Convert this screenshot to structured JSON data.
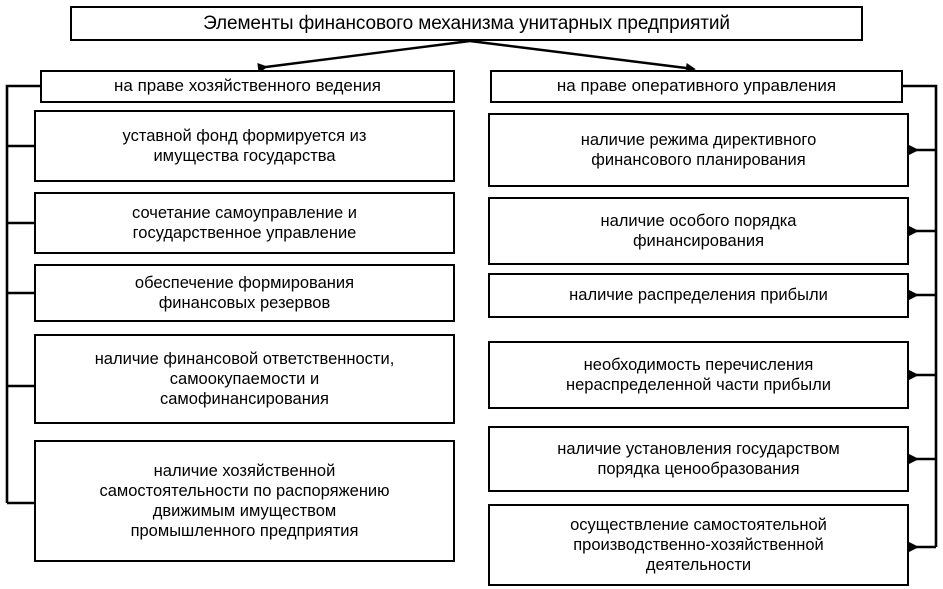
{
  "diagram": {
    "title_box": {
      "label": "Элементы финансового механизма унитарных предприятий"
    },
    "branches": [
      {
        "id": "hozyaystvennoe-vedenie",
        "header": "на праве хозяйственного ведения",
        "items": [
          "уставной фонд формируется из\nимущества государства",
          "сочетание самоуправление и\nгосударственное управление",
          "обеспечение формирования\nфинансовых резервов",
          "наличие финансовой ответственности,\nсамоокупаемости и\nсамофинансирования",
          "наличие хозяйственной\nсамостоятельности по распоряжению\nдвижимым имуществом\nпромышленного предприятия"
        ]
      },
      {
        "id": "operativnoe-upravlenie",
        "header": "на праве оперативного управления",
        "items": [
          "наличие режима директивного\nфинансового планирования",
          "наличие особого порядка\nфинансирования",
          "наличие распределения прибыли",
          "необходимость перечисления\nнераспределенной части прибыли",
          "наличие установления государством\nпорядка ценообразования",
          "осуществление самостоятельной\nпроизводственно-хозяйственной\nдеятельности"
        ]
      }
    ],
    "colors": {
      "line": "#000000",
      "box_fill": "#ffffff",
      "text": "#000000"
    },
    "connectors": {
      "left_split_arrow": "arrow-to-left-header",
      "right_split_arrow": "arrow-to-right-header",
      "left_spine": "vertical-spine-left",
      "right_spine": "vertical-spine-right"
    }
  }
}
